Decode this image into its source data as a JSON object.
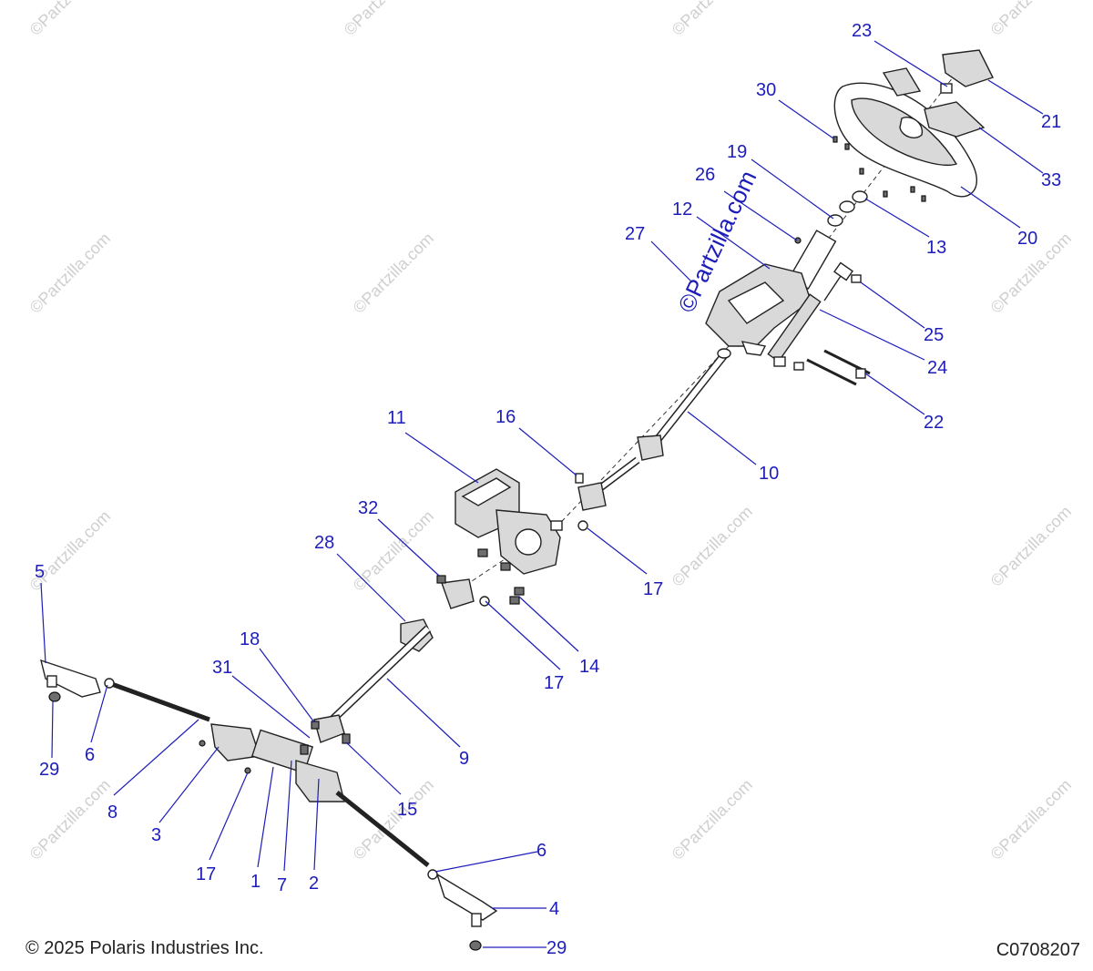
{
  "diagram": {
    "callouts": [
      {
        "label": "23"
      },
      {
        "label": "30"
      },
      {
        "label": "21"
      },
      {
        "label": "33"
      },
      {
        "label": "19"
      },
      {
        "label": "26"
      },
      {
        "label": "13"
      },
      {
        "label": "20"
      },
      {
        "label": "12"
      },
      {
        "label": "27"
      },
      {
        "label": "25"
      },
      {
        "label": "24"
      },
      {
        "label": "22"
      },
      {
        "label": "11"
      },
      {
        "label": "16"
      },
      {
        "label": "10"
      },
      {
        "label": "32"
      },
      {
        "label": "28"
      },
      {
        "label": "17"
      },
      {
        "label": "5"
      },
      {
        "label": "18"
      },
      {
        "label": "14"
      },
      {
        "label": "31"
      },
      {
        "label": "17"
      },
      {
        "label": "6"
      },
      {
        "label": "29"
      },
      {
        "label": "9"
      },
      {
        "label": "8"
      },
      {
        "label": "15"
      },
      {
        "label": "3"
      },
      {
        "label": "17"
      },
      {
        "label": "1"
      },
      {
        "label": "7"
      },
      {
        "label": "2"
      },
      {
        "label": "6"
      },
      {
        "label": "4"
      },
      {
        "label": "29"
      }
    ],
    "watermark_text": "©Partzilla.com",
    "stamp_text": "©Partzilla.com"
  },
  "footer": {
    "copyright": "© 2025 Polaris Industries Inc.",
    "diagram_code": "C0708207"
  }
}
